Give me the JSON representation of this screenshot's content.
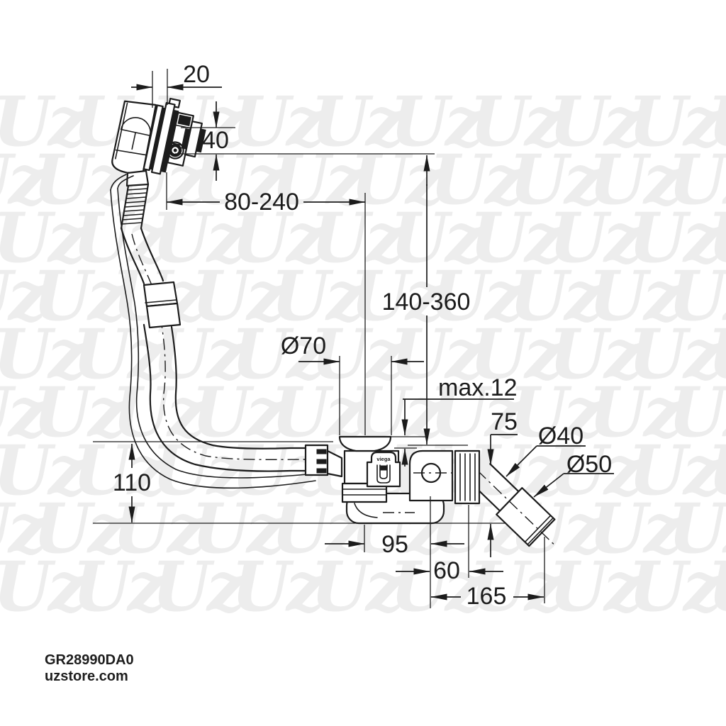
{
  "page": {
    "background": "#ffffff",
    "line_color": "#1c1c1c"
  },
  "watermark": {
    "text": "Uz",
    "color": "#ededed"
  },
  "diagram": {
    "logo_text": "viega",
    "dims": {
      "d20": {
        "label": "20"
      },
      "d40": {
        "label": "40"
      },
      "d80_240": {
        "label": "80-240"
      },
      "d140_360": {
        "label": "140-360"
      },
      "dia70": {
        "label": "Ø70"
      },
      "max12": {
        "label": "max.12"
      },
      "d75": {
        "label": "75"
      },
      "dia40": {
        "label": "Ø40"
      },
      "dia50": {
        "label": "Ø50"
      },
      "d110": {
        "label": "110"
      },
      "d95": {
        "label": "95"
      },
      "d60": {
        "label": "60"
      },
      "d165": {
        "label": "165"
      }
    }
  },
  "footer": {
    "product_code": "GR28990DA0",
    "site": "uzstore.com"
  }
}
